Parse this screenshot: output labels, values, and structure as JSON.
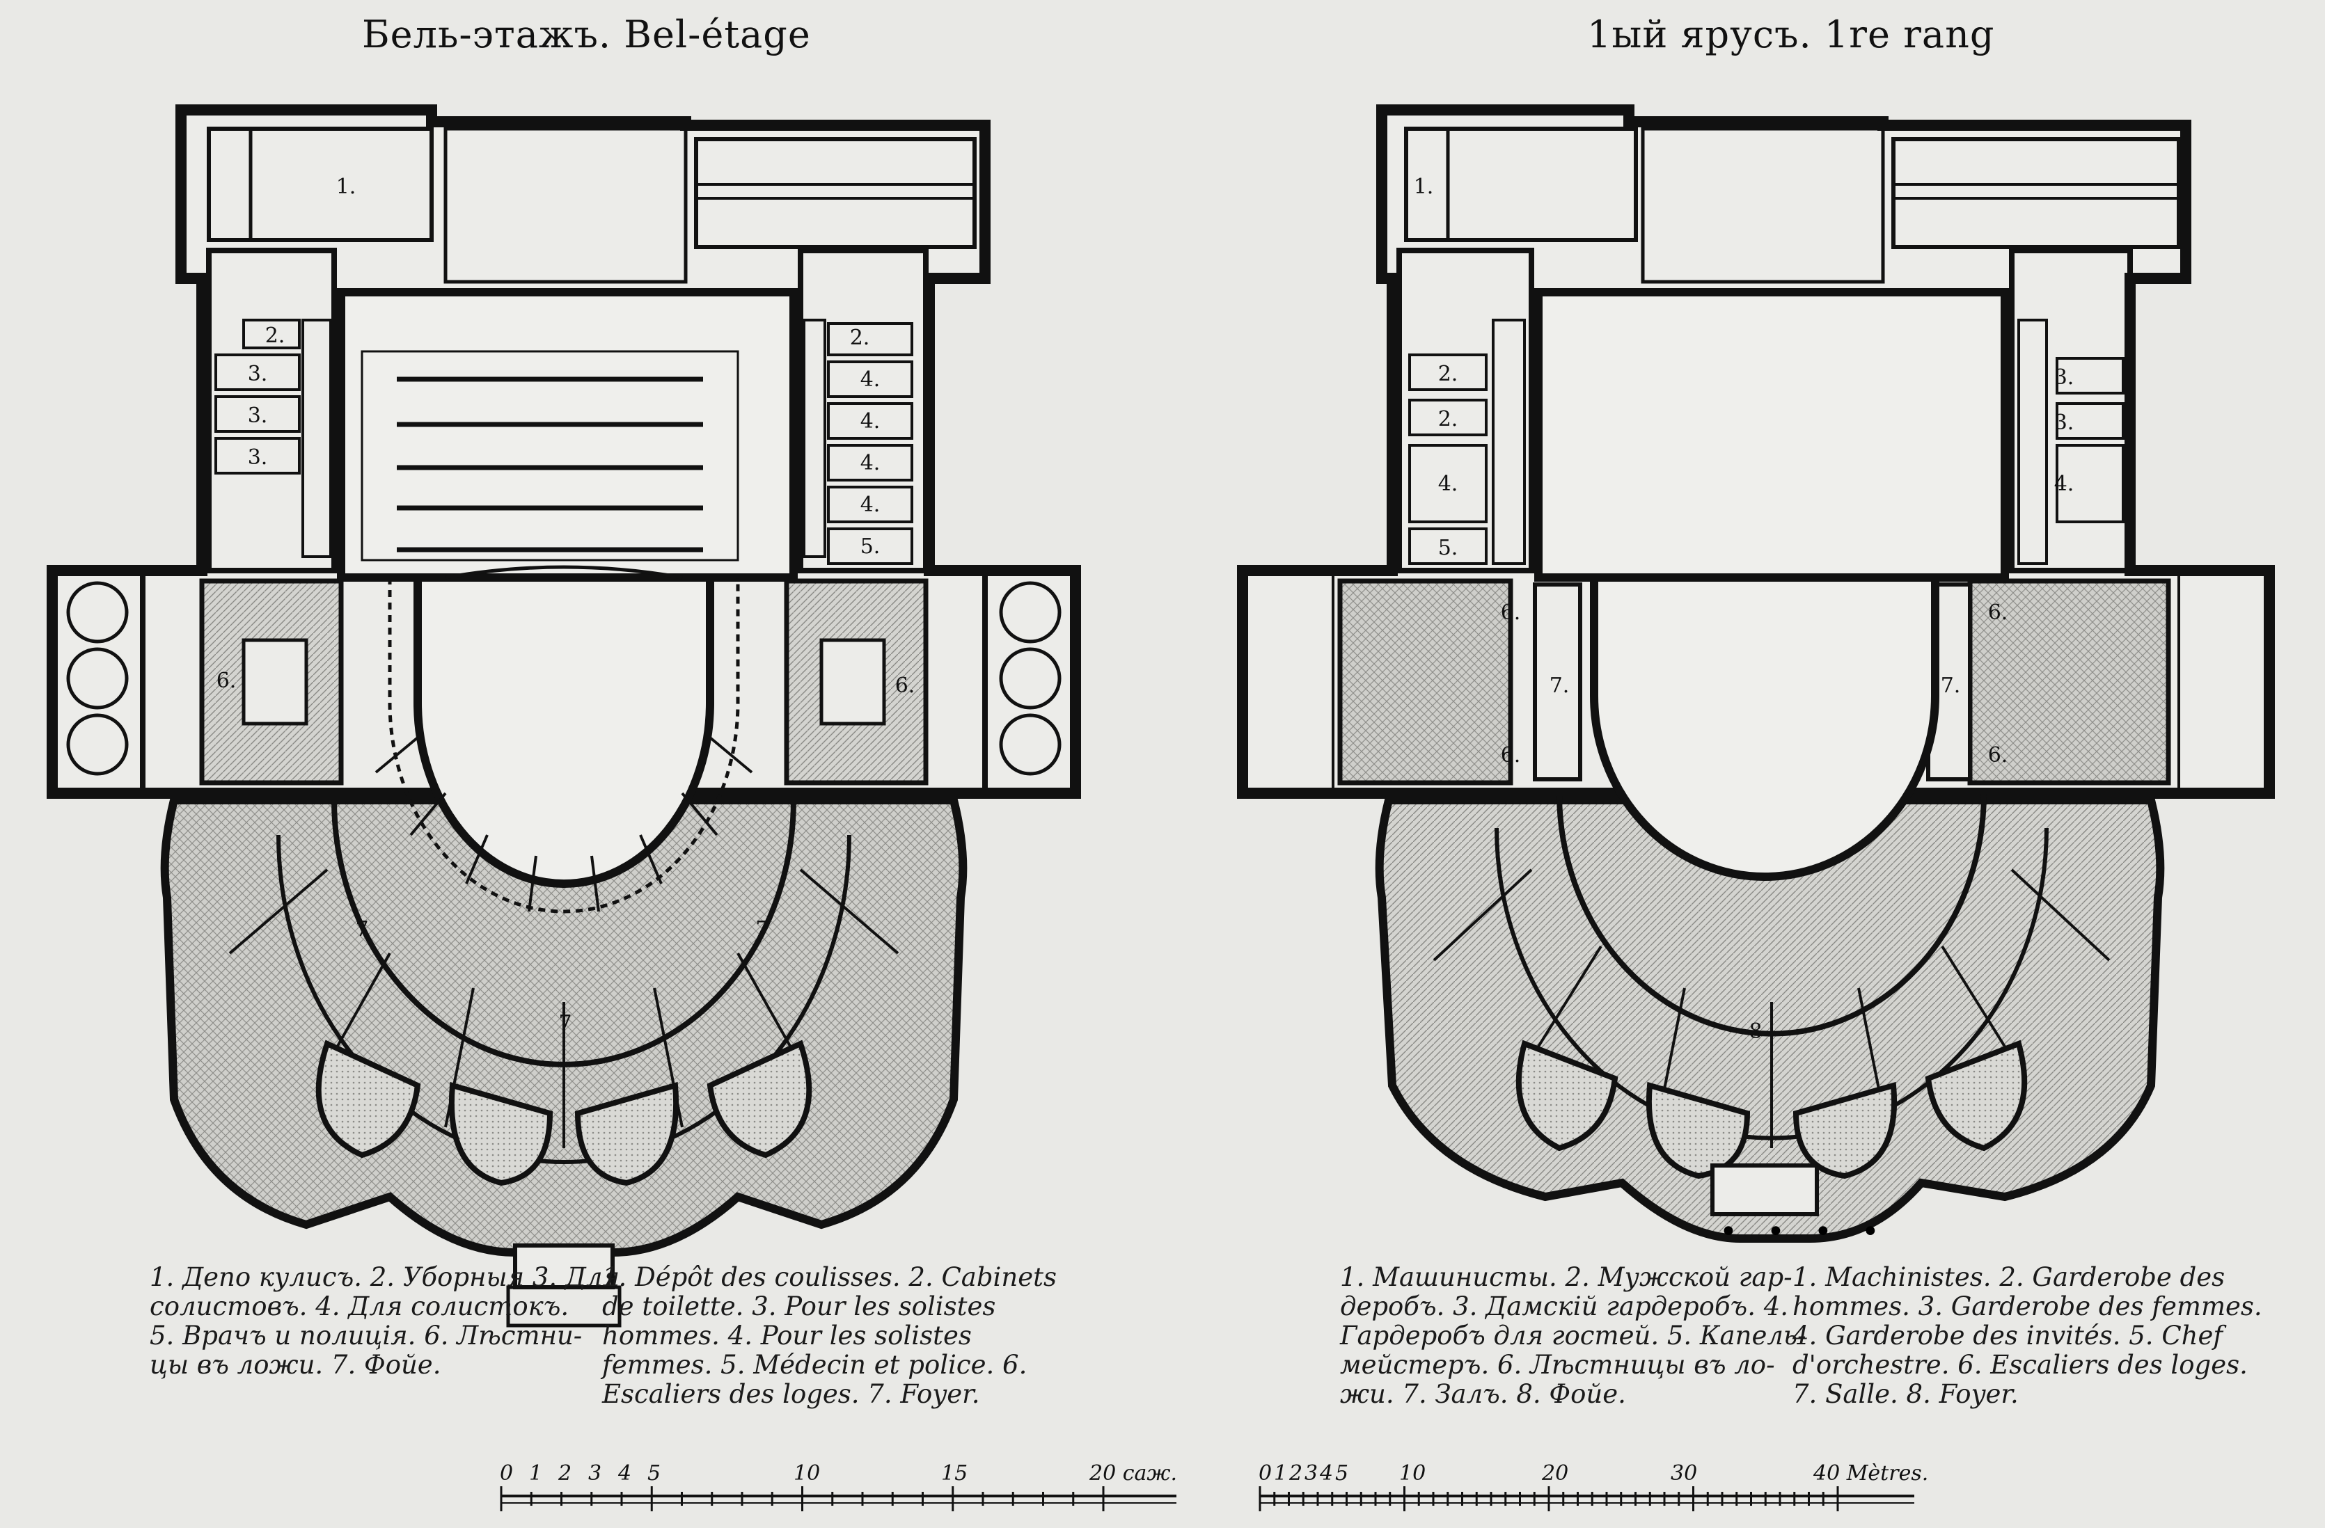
{
  "plans": [
    {
      "title": "Бель-этажъ. Bel-étage",
      "labels": [
        "1.",
        "2.",
        "3.",
        "3.",
        "3.",
        "2.",
        "4.",
        "4.",
        "4.",
        "4.",
        "5.",
        "6.",
        "6.",
        "7",
        "7",
        "7"
      ],
      "legend_ru": [
        "1. Депо кулисъ. 2. Уборныя 3. Для",
        "солистовъ. 4. Для солистокъ.",
        "5. Врачъ и полиція. 6. Лѣстни-",
        "цы въ ложи. 7. Фойе."
      ],
      "legend_fr": [
        "1. Dépôt des coulisses. 2. Cabinets",
        "de toilette. 3. Pour les solistes",
        "hommes. 4. Pour les solistes",
        "femmes. 5. Médecin et police. 6.",
        "Escaliers des loges. 7. Foyer."
      ]
    },
    {
      "title": "1ый ярусъ. 1re rang",
      "labels": [
        "1.",
        "2.",
        "2.",
        "4.",
        "5.",
        "3.",
        "3.",
        "4.",
        "6.",
        "6.",
        "6.",
        "6.",
        "7.",
        "7.",
        "8"
      ],
      "legend_ru": [
        "1. Машинисты. 2. Мужской гар-",
        "деробъ. 3. Дамскій гардеробъ. 4.",
        "Гардеробъ для гостей. 5. Капель-",
        "мейстеръ. 6. Лѣстницы въ ло-",
        "жи. 7. Залъ. 8. Фойе."
      ],
      "legend_fr": [
        "1. Machinistes. 2. Garderobe des",
        "hommes. 3. Garderobe des femmes.",
        "4. Garderobe des invités. 5. Chef",
        "d'orchestre. 6. Escaliers des loges.",
        "7. Salle. 8. Foyer."
      ]
    }
  ],
  "ellipsis": "• • • •",
  "scales": [
    {
      "ticks": [
        "0",
        "1",
        "2",
        "3",
        "4",
        "5",
        "10",
        "15",
        "20 саж."
      ]
    },
    {
      "ticks": [
        "0",
        "1",
        "2",
        "3",
        "4",
        "5",
        "10",
        "20",
        "30",
        "40 Mètres."
      ]
    }
  ]
}
